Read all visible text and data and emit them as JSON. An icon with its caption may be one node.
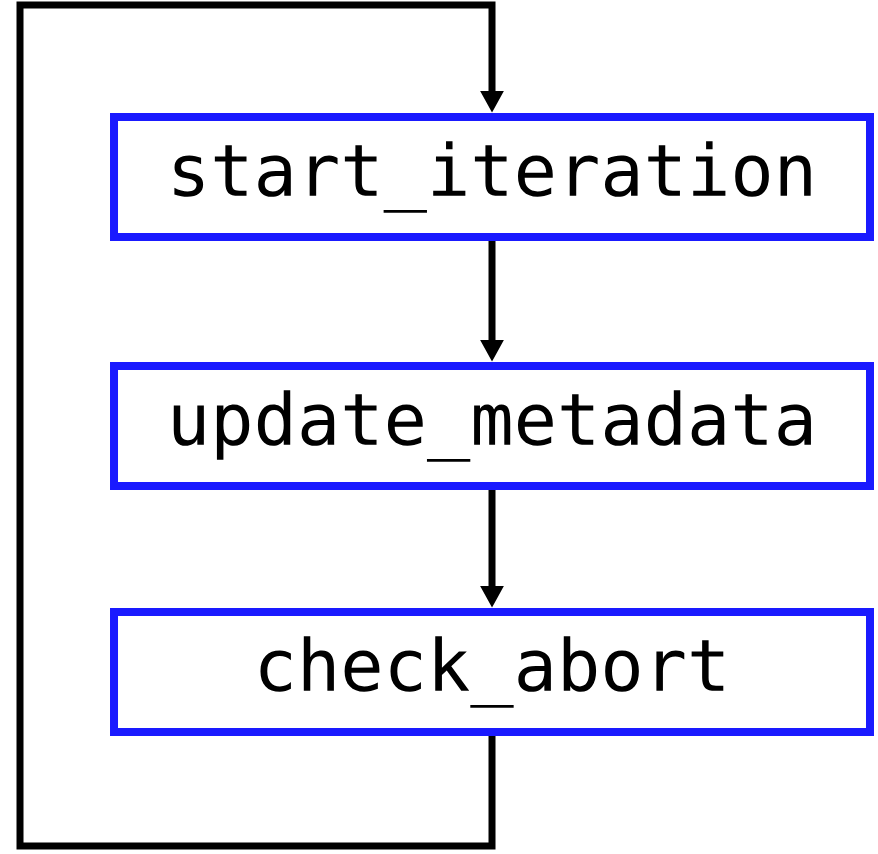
{
  "diagram": {
    "nodes": [
      {
        "text": [
          "start_iteration"
        ]
      },
      {
        "text": [
          "update_metadata"
        ]
      },
      {
        "text": [
          "check_abort"
        ]
      }
    ],
    "edges": [
      {
        "from": 0,
        "to": 1,
        "arrow": "to"
      },
      {
        "from": 1,
        "to": 2,
        "arrow": "to"
      },
      {
        "from": 2,
        "to": 0,
        "arrow": "to"
      }
    ]
  }
}
